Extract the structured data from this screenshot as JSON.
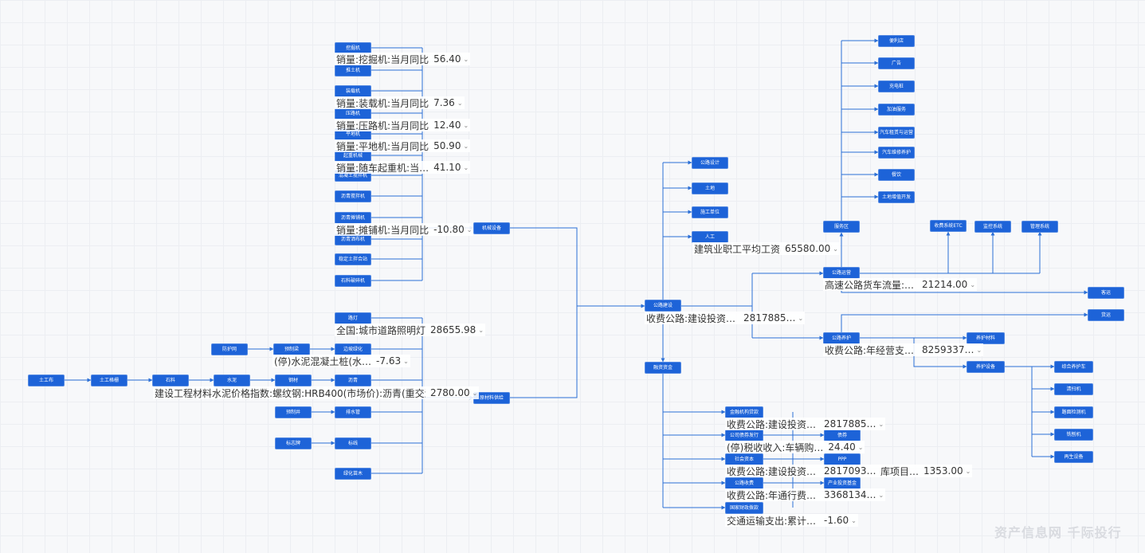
{
  "nodes": {
    "n_wajueji": "挖掘机",
    "n_tuituji": "推土机",
    "n_zhuangzaiji": "装载机",
    "n_yaluji": "压路机",
    "n_pingdiji": "平地机",
    "n_qizhongjixie": "起重机械",
    "n_hunningtujiaobanji": "混凝土搅拌机",
    "n_liqingjiaobanji": "沥青搅拌机",
    "n_liqingpuzhuji": "沥青摊铺机",
    "n_liqingxiaobaiji": "沥青洒布机",
    "n_wendingtubanhezhan": "稳定土拌合站",
    "n_shishiposuiji": "石料破碎机",
    "n_jixieshebei": "机械设备",
    "n_ludeng": "路灯",
    "n_fanghuwang": "防护网",
    "n_yuzhiliang": "预制梁",
    "n_bianpolvhua": "边坡绿化",
    "n_tugongbu": "土工布",
    "n_tugongge": "土工格栅",
    "n_shiliao": "石料",
    "n_shuini": "水泥",
    "n_gangcai": "钢材",
    "n_liqing": "沥青",
    "n_yuzhijing": "预制井",
    "n_paishuiguan": "排水管",
    "n_biaozhipai": "标志牌",
    "n_biaoxian": "标线",
    "n_lvhuamiaomu": "绿化苗木",
    "n_yuancailiao": "原材料供给",
    "n_gonglusheji": "公路设计",
    "n_tudi": "土地",
    "n_shigongdanwei": "施工单位",
    "n_rengong": "人工",
    "n_gongluqianshe": "公路建设",
    "n_rongzizijin": "融资资金",
    "n_fuwuqu": "服务区",
    "n_bianlidian": "便利店",
    "n_guanggao": "广告",
    "n_chongdianzhuang": "充电桩",
    "n_jiayoufuwu": "加油服务",
    "n_qichezulin": "汽车租赁与运营",
    "n_qicheweixiu": "汽车维修养护",
    "n_canyin": "餐饮",
    "n_tudizengzhi": "土地增值开发",
    "n_shoufeixitong": "收费系统ETC",
    "n_jiankongxitong": "监控系统",
    "n_guanlixitong": "管理系统",
    "n_gongluyunying": "公路运营",
    "n_keyun": "客运",
    "n_huoyun": "货运",
    "n_gongluyanghu": "公路养护",
    "n_yanghucailiao": "养护材料",
    "n_yanghushebei": "养护设备",
    "n_zongheyanghuche": "综合养护车",
    "n_xixiaoji": "清扫机",
    "n_luqiaojianceji": "路面检测机",
    "n_xiaoxueji": "铣刨机",
    "n_zaishengshebei": "再生设备",
    "n_jinrongjigou": "金融机构贷款",
    "n_gongsizhaiquan": "公司债券发行",
    "n_zhaiquan": "债券",
    "n_shehuiziben": "社会资本",
    "n_ppp": "PPP",
    "n_gonglushoufei": "公路收费",
    "n_chanyejijin": "产业投资基金",
    "n_guojiacaizheng": "国家财政拨款"
  },
  "indicators": {
    "i_wajueji": {
      "name": "销量:挖掘机:当月同比",
      "value": "56.40"
    },
    "i_zhuangzai": {
      "name": "销量:装载机:当月同比",
      "value": "7.36"
    },
    "i_yalu": {
      "name": "销量:压路机:当月同比",
      "value": "12.40"
    },
    "i_pingdi": {
      "name": "销量:平地机:当月同比",
      "value": "50.90"
    },
    "i_qizhong": {
      "name": "销量:随车起重机:当…",
      "value": "41.10"
    },
    "i_tanpu": {
      "name": "销量:摊铺机:当月同比",
      "value": "-10.80"
    },
    "i_zhaoming": {
      "name": "全国:城市道路照明灯",
      "value": "28655.98"
    },
    "i_hunningtu": {
      "name": "(停)水泥混凝土桩(水…",
      "value": "-7.63"
    },
    "i_jianshe": {
      "name": "建设工程材料水泥价格指数:螺纹钢:HRB400(市场价):沥青(重交沥…",
      "value": "2780.00"
    },
    "i_gongzi": {
      "name": "建筑业职工平均工资",
      "value": "65580.00"
    },
    "i_tuozi": {
      "name": "收费公路:建设投资…",
      "value": "2817885…"
    },
    "i_huoche": {
      "name": "高速公路货车流量:…",
      "value": "21214.00"
    },
    "i_jingying": {
      "name": "收费公路:年经营支…",
      "value": "8259337…"
    },
    "i_daikuan": {
      "name": "收费公路:建设投资…",
      "value": "2817885…"
    },
    "i_shuishou": {
      "name": "(停)税收收入:车辆购…",
      "value": "24.40"
    },
    "i_shehui": {
      "name": "收费公路:建设投资…",
      "value": "2817093…"
    },
    "i_kuxiang": {
      "name": "库项目…",
      "value": "1353.00"
    },
    "i_tongxing": {
      "name": "收费公路:年通行费…",
      "value": "3368134…"
    },
    "i_caizheng": {
      "name": "交通运输支出:累计…",
      "value": "-1.60"
    }
  },
  "watermark": "资产信息网 千际投行",
  "colors": {
    "node": "#1d63d8",
    "edge": "#2b6fd6",
    "text": "#333333"
  }
}
